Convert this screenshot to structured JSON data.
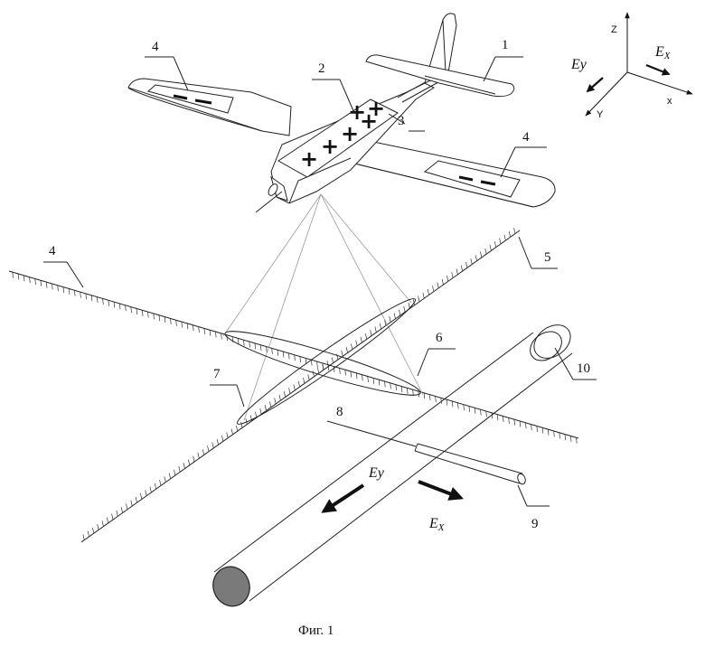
{
  "figure": {
    "caption": "Фиг. 1",
    "labels": {
      "l1": "1",
      "l2": "2",
      "l3": "3",
      "l4a": "4",
      "l4b": "4",
      "l4c": "4",
      "l5": "5",
      "l6": "6",
      "l7": "7",
      "l8": "8",
      "l9": "9",
      "l10": "10"
    },
    "axes": {
      "z": "Z",
      "x": "x",
      "y": "Y"
    },
    "field_top": {
      "ey": "Ey",
      "ex_main": "E",
      "ex_sub": "X"
    },
    "field_pipe": {
      "ey": "Ey",
      "ex_main": "E",
      "ex_sub": "X"
    },
    "signs": {
      "plus": "+",
      "minus": "−"
    },
    "colors": {
      "line": "#222222",
      "pipe_end": "#7a7a7a",
      "rays": "#999999"
    }
  }
}
